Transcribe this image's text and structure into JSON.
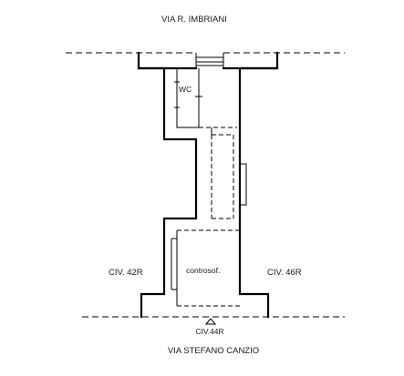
{
  "streets": {
    "top": "VIA R. IMBRIANI",
    "bottom": "VIA STEFANO CANZIO"
  },
  "units": {
    "left": "CIV. 42R",
    "right": "CIV. 46R",
    "entrance": "CIV.44R"
  },
  "rooms": {
    "wc": "WC",
    "controsoffitto": "controsof."
  },
  "colors": {
    "line": "#000000",
    "background": "#ffffff"
  }
}
